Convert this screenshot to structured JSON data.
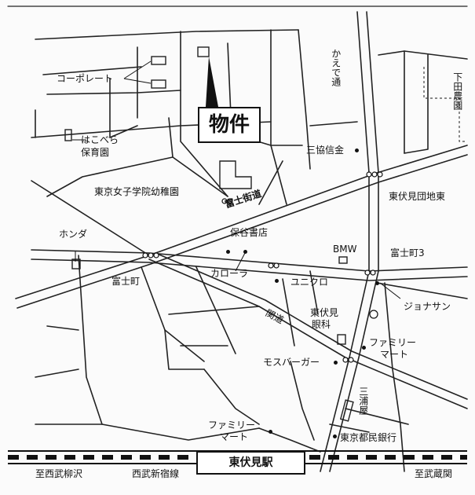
{
  "map": {
    "property": "物件",
    "station": "東伏見駅",
    "labels": {
      "corporate": "コーポレート",
      "hakobera": "はこべら",
      "hakobera2": "保育園",
      "tokyojoshi": "東京女子学院幼稚園",
      "fujikaido": "富士街道",
      "honda": "ホンダ",
      "hoya_shoten": "保谷書店",
      "fujimachi": "富士町",
      "corolla": "カローラ",
      "uniqlo": "ユニクロ",
      "bmw": "BMW",
      "fujimachi3": "富士町3",
      "kaede": "かえで通",
      "sankyo": "三協信金",
      "shimoda": "下田農園",
      "higashifushimi_danchi": "東伏見団地東",
      "jonathan": "ジョナサン",
      "kando": "関道",
      "higashifushimi_ganka1": "東伏見",
      "higashifushimi_ganka2": "眼科",
      "family1a": "ファミリー",
      "family1b": "マート",
      "mos": "モスバーガー",
      "miuraya": "三浦屋",
      "tokyo_tomin": "東京都民銀行",
      "family2a": "ファミリー",
      "family2b": "マート",
      "to_seibu_yagisawa": "至西武柳沢",
      "seibu_shinjuku": "西武新宿線",
      "to_seibu_kuragawa": "至武蔵関"
    }
  }
}
